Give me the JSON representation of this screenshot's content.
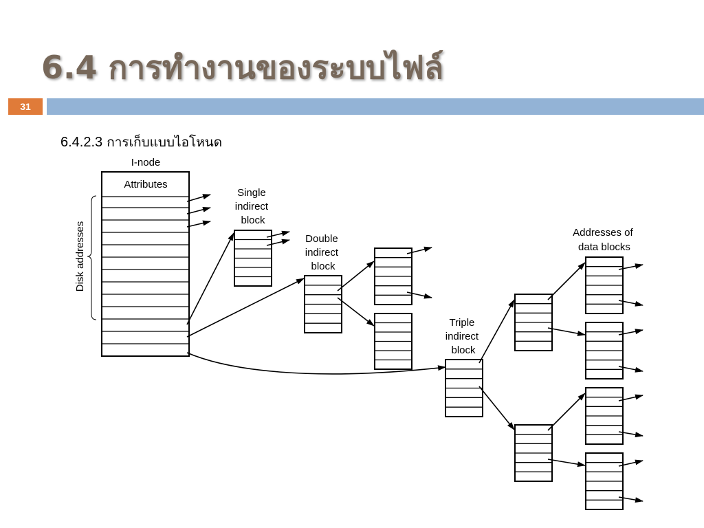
{
  "slide": {
    "title": "6.4 การทำงานของระบบไฟล์",
    "number": "31",
    "subtitle_number": "6.4.2.3",
    "subtitle_text": "การเก็บแบบไอโหนด",
    "accent_color": "#e07b39",
    "bar_color": "#93b3d6",
    "title_color": "#77685a"
  },
  "diagram": {
    "inode_label": "I-node",
    "attributes_label": "Attributes",
    "disk_addresses_label": "Disk addresses",
    "single_indirect_label": [
      "Single",
      "indirect",
      "block"
    ],
    "double_indirect_label": [
      "Double",
      "indirect",
      "block"
    ],
    "triple_indirect_label": [
      "Triple",
      "indirect",
      "block"
    ],
    "data_blocks_label": [
      "Addresses of",
      "data blocks"
    ]
  }
}
